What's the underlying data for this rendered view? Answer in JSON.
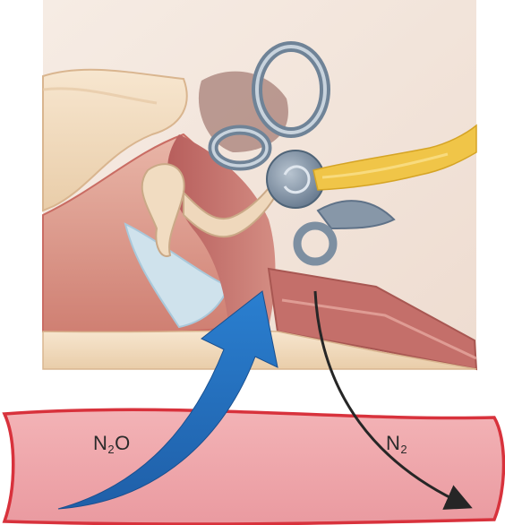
{
  "labels": {
    "nitrous_oxide": {
      "main": "N",
      "sub": "2",
      "tail": "O"
    },
    "nitrogen": {
      "main": "N",
      "sub": "2"
    }
  },
  "colors": {
    "vessel_fill": "#f0a8ad",
    "vessel_outline": "#d8323c",
    "n2o_arrow": "#1e68b8",
    "n2_arrow": "#262626",
    "middle_ear_cavity": "#c8726e",
    "inner_ear": "#8fa0b0",
    "bone": "#f3dcc0",
    "nerve": "#e8b830"
  },
  "icons": [
    "ear-cross-section",
    "ossicles",
    "cochlea",
    "semicircular-canals",
    "auditory-nerve",
    "eustachian-tube",
    "blood-vessel"
  ]
}
